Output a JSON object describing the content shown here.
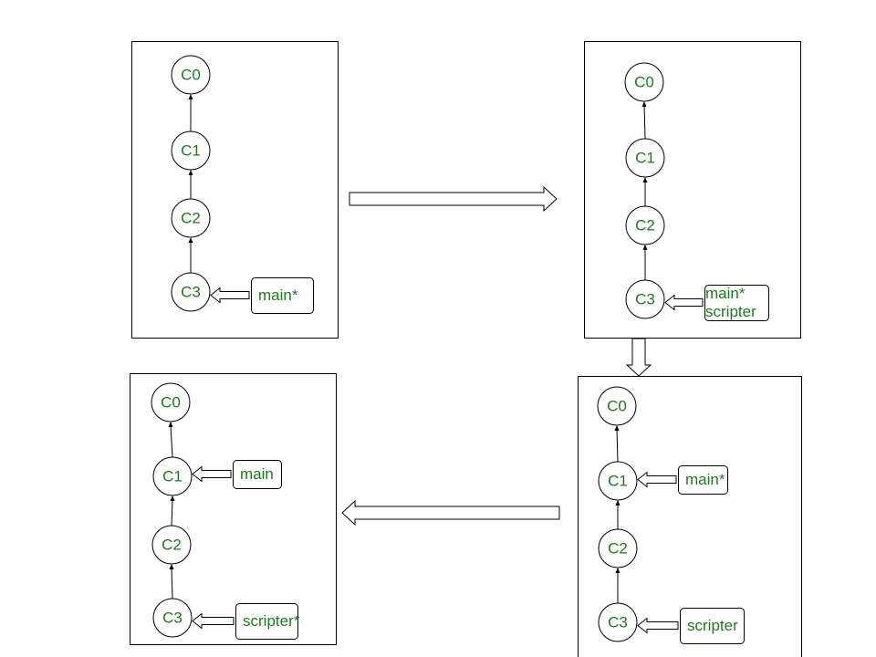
{
  "colors": {
    "text": "#1d7a1d",
    "stroke": "#000000",
    "background": "#ffffff"
  },
  "panels": [
    {
      "commits": [
        "C0",
        "C1",
        "C2",
        "C3"
      ],
      "refs": [
        {
          "lines": [
            "main*"
          ],
          "points_to": "C3"
        }
      ]
    },
    {
      "commits": [
        "C0",
        "C1",
        "C2",
        "C3"
      ],
      "refs": [
        {
          "lines": [
            "main*",
            "scripter"
          ],
          "points_to": "C3"
        }
      ]
    },
    {
      "commits": [
        "C0",
        "C1",
        "C2",
        "C3"
      ],
      "refs": [
        {
          "lines": [
            "main*"
          ],
          "points_to": "C1"
        },
        {
          "lines": [
            "scripter"
          ],
          "points_to": "C3"
        }
      ]
    },
    {
      "commits": [
        "C0",
        "C1",
        "C2",
        "C3"
      ],
      "refs": [
        {
          "lines": [
            "main"
          ],
          "points_to": "C1"
        },
        {
          "lines": [
            "scripter*"
          ],
          "points_to": "C3"
        }
      ]
    }
  ],
  "transitions": [
    {
      "from": 0,
      "to": 1,
      "direction": "right"
    },
    {
      "from": 1,
      "to": 2,
      "direction": "down"
    },
    {
      "from": 2,
      "to": 3,
      "direction": "left"
    }
  ]
}
